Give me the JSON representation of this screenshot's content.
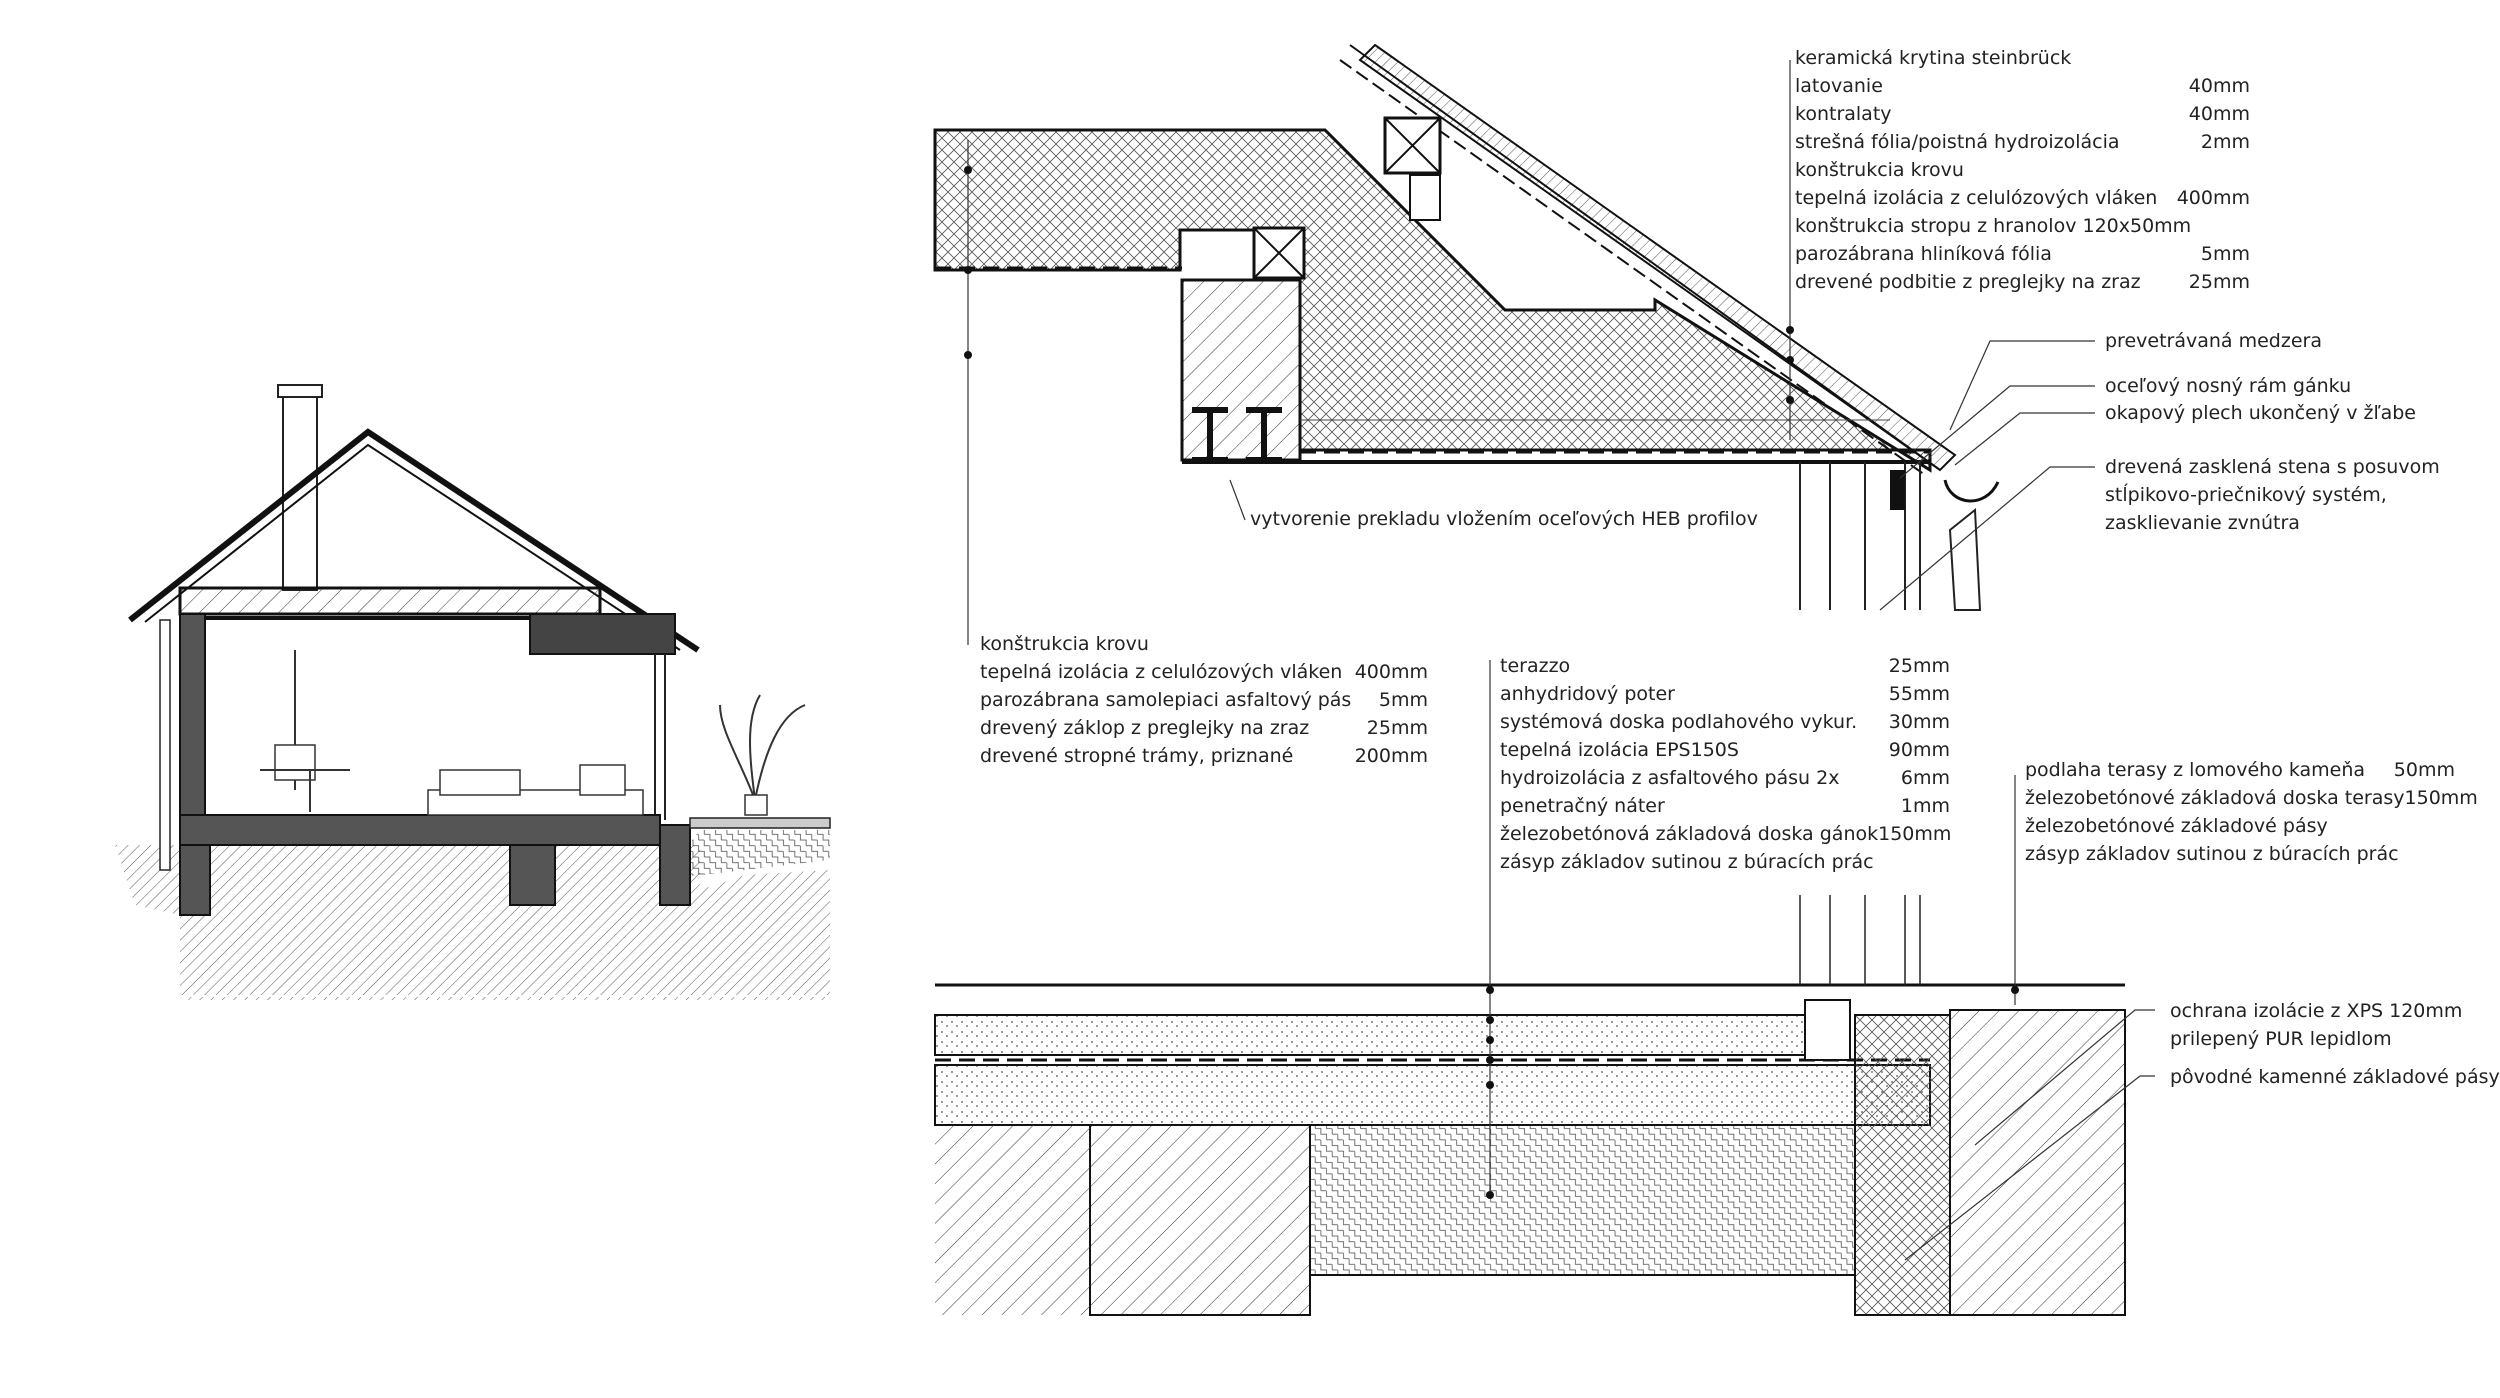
{
  "roof_top": {
    "rows": [
      {
        "text": "keramická krytina steinbrück",
        "value": ""
      },
      {
        "text": "latovanie",
        "value": "40mm"
      },
      {
        "text": "kontralaty",
        "value": "40mm"
      },
      {
        "text": "strešná fólia/poistná hydroizolácia",
        "value": "2mm"
      },
      {
        "text": "konštrukcia krovu",
        "value": ""
      },
      {
        "text": "tepelná izolácia z celulózových vláken",
        "value": "400mm"
      },
      {
        "text": "konštrukcia stropu z hranolov 120x50mm",
        "value": ""
      },
      {
        "text": "parozábrana hliníková fólia",
        "value": "5mm"
      },
      {
        "text": "drevené podbitie z preglejky na zraz",
        "value": "25mm"
      }
    ]
  },
  "eave_notes": {
    "ventilated_gap": "prevetrávaná medzera",
    "steel_frame": "oceľový nosný rám gánku",
    "drip_sheet": "okapový plech ukončený v žľabe",
    "glazed_wall_1": "drevená zasklená stena s posuvom",
    "glazed_wall_2": "stĺpikovo-priečnikový systém,",
    "glazed_wall_3": "zasklievanie zvnútra"
  },
  "lintel_note": "vytvorenie prekladu vložením oceľových HEB profilov",
  "roof_left": {
    "rows": [
      {
        "text": "konštrukcia krovu",
        "value": ""
      },
      {
        "text": "tepelná izolácia z celulózových vláken",
        "value": "400mm"
      },
      {
        "text": "parozábrana samolepiaci asfaltový pás",
        "value": "5mm"
      },
      {
        "text": "drevený záklop z preglejky na zraz",
        "value": "25mm"
      },
      {
        "text": "drevené stropné trámy, priznané",
        "value": "200mm"
      }
    ]
  },
  "floor": {
    "rows": [
      {
        "text": "terazzo",
        "value": "25mm"
      },
      {
        "text": "anhydridový poter",
        "value": "55mm"
      },
      {
        "text": "systémová doska podlahového vykur.",
        "value": "30mm"
      },
      {
        "text": "tepelná izolácia EPS150S",
        "value": "90mm"
      },
      {
        "text": "hydroizolácia z asfaltového pásu 2x",
        "value": "6mm"
      },
      {
        "text": "penetračný náter",
        "value": "1mm"
      },
      {
        "text": "železobetónová základová doska gánok",
        "value": "150mm"
      },
      {
        "text": "zásyp základov sutinou z búracích prác",
        "value": ""
      }
    ]
  },
  "terrace": {
    "rows": [
      {
        "text": "podlaha terasy z lomového kameňa",
        "value": "50mm"
      },
      {
        "text": "železobetónové základová doska terasy",
        "value": "150mm"
      },
      {
        "text": "železobetónové základové pásy",
        "value": ""
      },
      {
        "text": "zásyp základov sutinou z búracích prác",
        "value": ""
      }
    ]
  },
  "foundation_notes": {
    "xps_1": "ochrana izolácie z XPS 120mm",
    "xps_2": "prilepený PUR lepidlom",
    "stone": "pôvodné kamenné základové pásy"
  }
}
